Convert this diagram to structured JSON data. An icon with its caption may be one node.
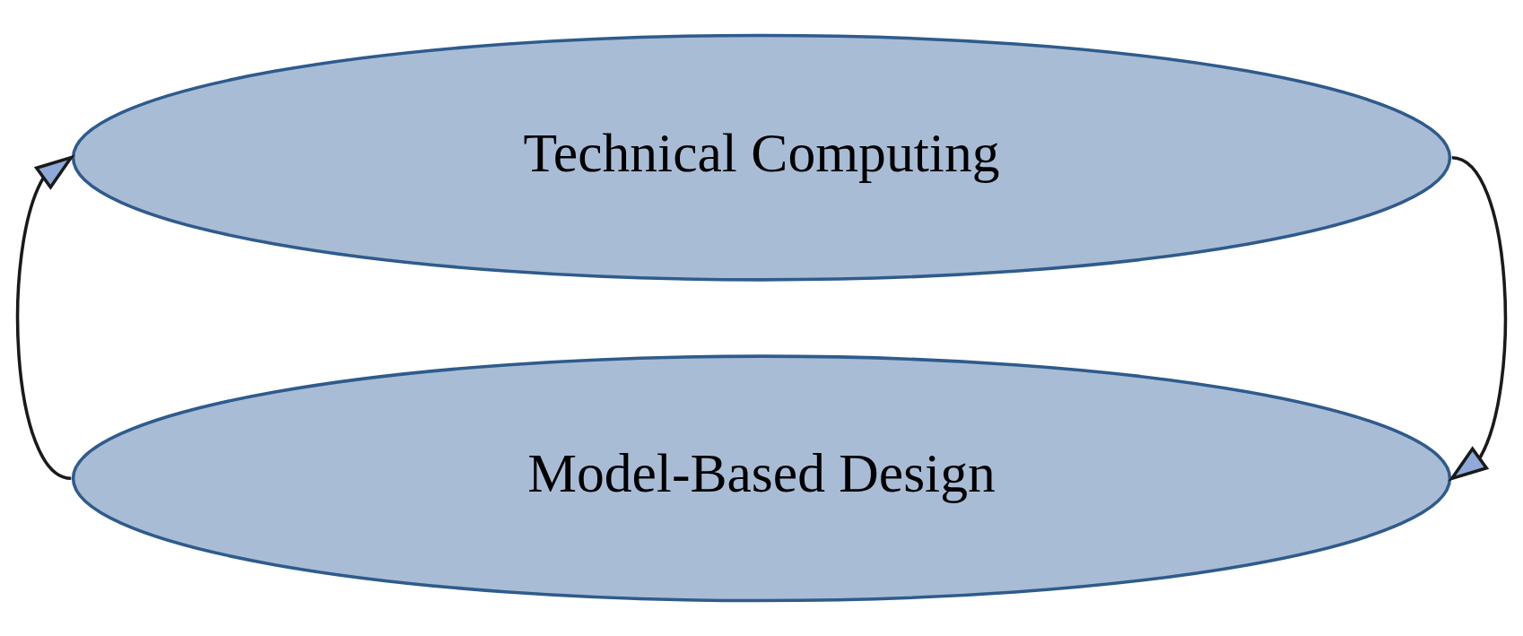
{
  "diagram": {
    "nodes": [
      {
        "text": [
          "Technical Computing"
        ]
      },
      {
        "text": [
          "Model-Based Design"
        ]
      }
    ],
    "edges": [
      {
        "from": 1,
        "to": 0,
        "arrow": "to"
      },
      {
        "from": 0,
        "to": 1,
        "arrow": "to"
      }
    ]
  }
}
